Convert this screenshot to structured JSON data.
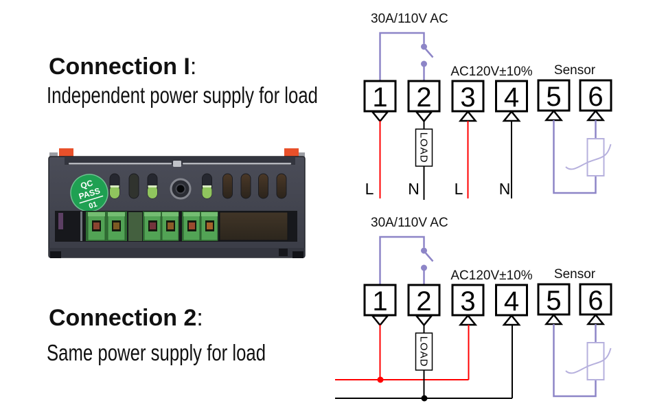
{
  "sections": {
    "connection1": {
      "title": "Connection I",
      "colon": ":",
      "subtitle": "Independent power supply for load"
    },
    "connection2": {
      "title": "Connection 2",
      "colon": ":",
      "subtitle": "Same power supply for load"
    }
  },
  "device": {
    "sticker": {
      "line1": "QC",
      "line2": "PASS",
      "line3": "01"
    }
  },
  "colors": {
    "relay_wire_purple": "#8d85c7",
    "sensor_symbol_purple": "#b6b0dd",
    "live_wire_red": "#ff0000",
    "neutral_wire_black": "#000000",
    "sticker_green": "#1fa052",
    "clip_orange": "#e8502a",
    "terminal_block_green": "#52a355"
  },
  "diagram1": {
    "power_label": "30A/110V AC",
    "supply_label": "AC120V±10%",
    "sensor_label": "Sensor",
    "load_label": "LOAD",
    "terminals": [
      "1",
      "2",
      "3",
      "4",
      "5",
      "6"
    ],
    "wire_labels": {
      "t1": "L",
      "t2": "N",
      "t3": "L",
      "t4": "N"
    }
  },
  "diagram2": {
    "power_label": "30A/110V AC",
    "supply_label": "AC120V±10%",
    "sensor_label": "Sensor",
    "load_label": "LOAD",
    "terminals": [
      "1",
      "2",
      "3",
      "4",
      "5",
      "6"
    ]
  }
}
